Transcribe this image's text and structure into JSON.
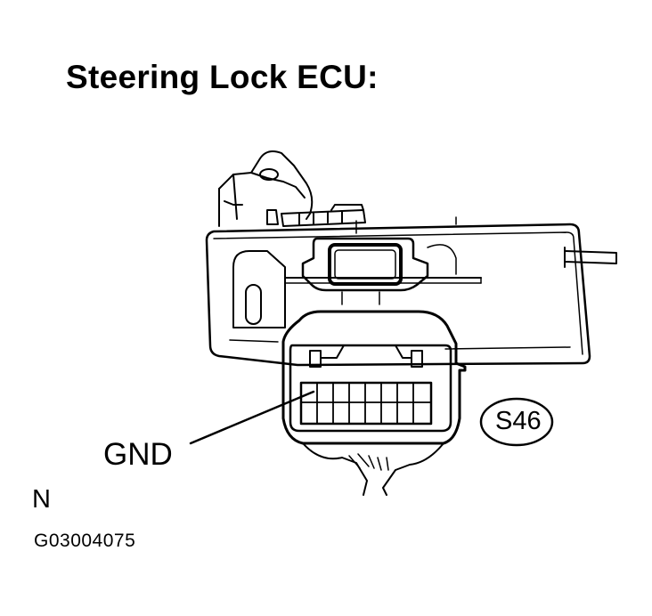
{
  "title": "Steering Lock ECU:",
  "connector_label": "GND",
  "connector_code": "S46",
  "view_letter": "N",
  "figure_id": "G03004075"
}
